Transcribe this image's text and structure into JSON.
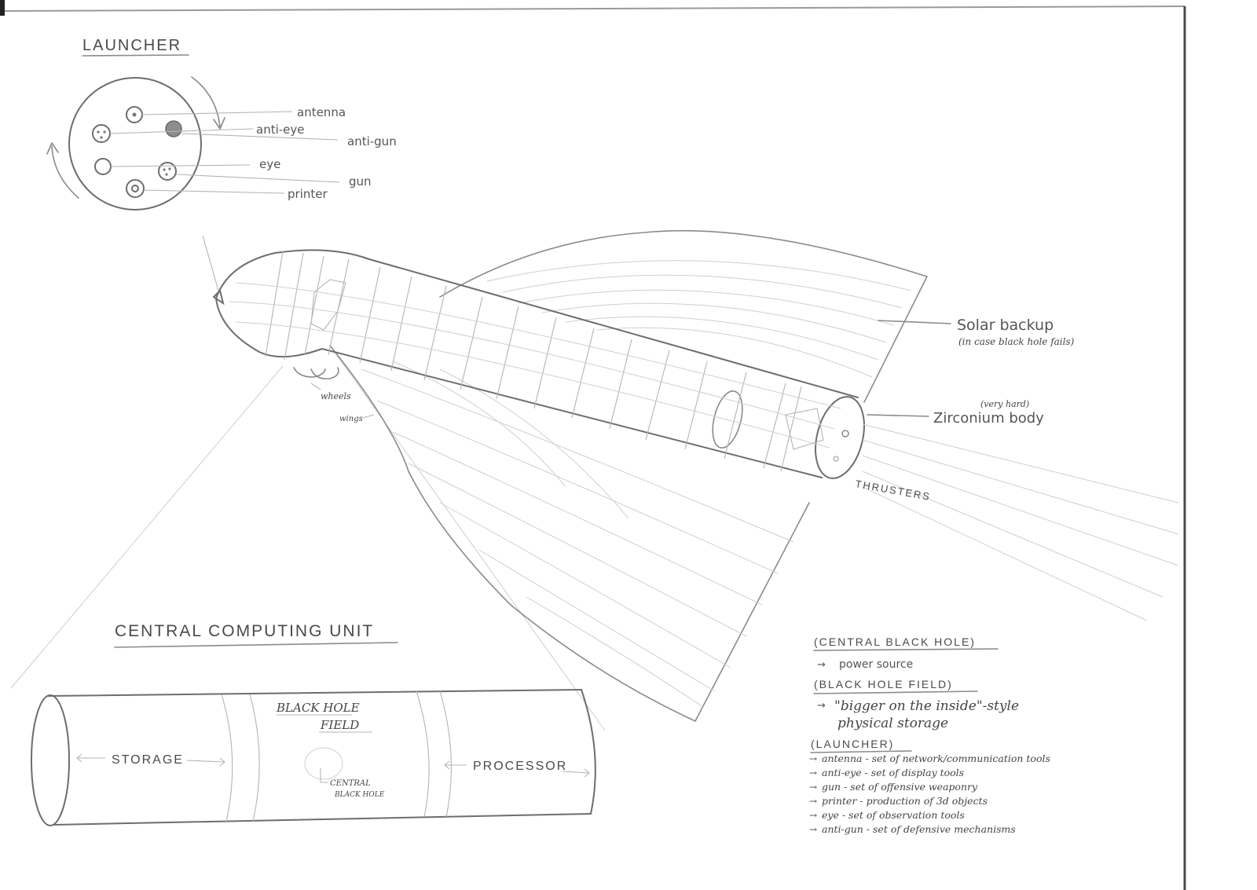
{
  "launcher": {
    "title": "LAUNCHER",
    "labels": {
      "antenna": "antenna",
      "anti_eye": "anti-eye",
      "anti_gun": "anti-gun",
      "eye": "eye",
      "gun": "gun",
      "printer": "printer"
    }
  },
  "ship": {
    "solar_backup": "Solar backup",
    "solar_backup_note": "(in case black hole fails)",
    "zirconium_body": "Zirconium body",
    "very_hard": "(very hard)",
    "thrusters": "THRUSTERS",
    "wheels": "wheels",
    "wings": "wings"
  },
  "ccu": {
    "title": "CENTRAL COMPUTING UNIT",
    "storage": "STORAGE",
    "black_hole_field_1": "BLACK HOLE",
    "black_hole_field_2": "FIELD",
    "central_black_hole_1": "CENTRAL",
    "central_black_hole_2": "BLACK HOLE",
    "processor": "PROCESSOR"
  },
  "legend": {
    "central_black_hole_heading": "(CENTRAL BLACK HOLE)",
    "central_black_hole_desc": "power source",
    "black_hole_field_heading": "(BLACK HOLE FIELD)",
    "black_hole_field_desc_1": "\"bigger on the inside\"-style",
    "black_hole_field_desc_2": "physical storage",
    "launcher_heading": "(LAUNCHER)",
    "launcher_items": [
      "antenna - set of network/communication tools",
      "anti-eye - set of display tools",
      "gun - set of offensive weaponry",
      "printer - production of 3d objects",
      "eye - set of observation tools",
      "anti-gun - set of defensive mechanisms"
    ]
  }
}
